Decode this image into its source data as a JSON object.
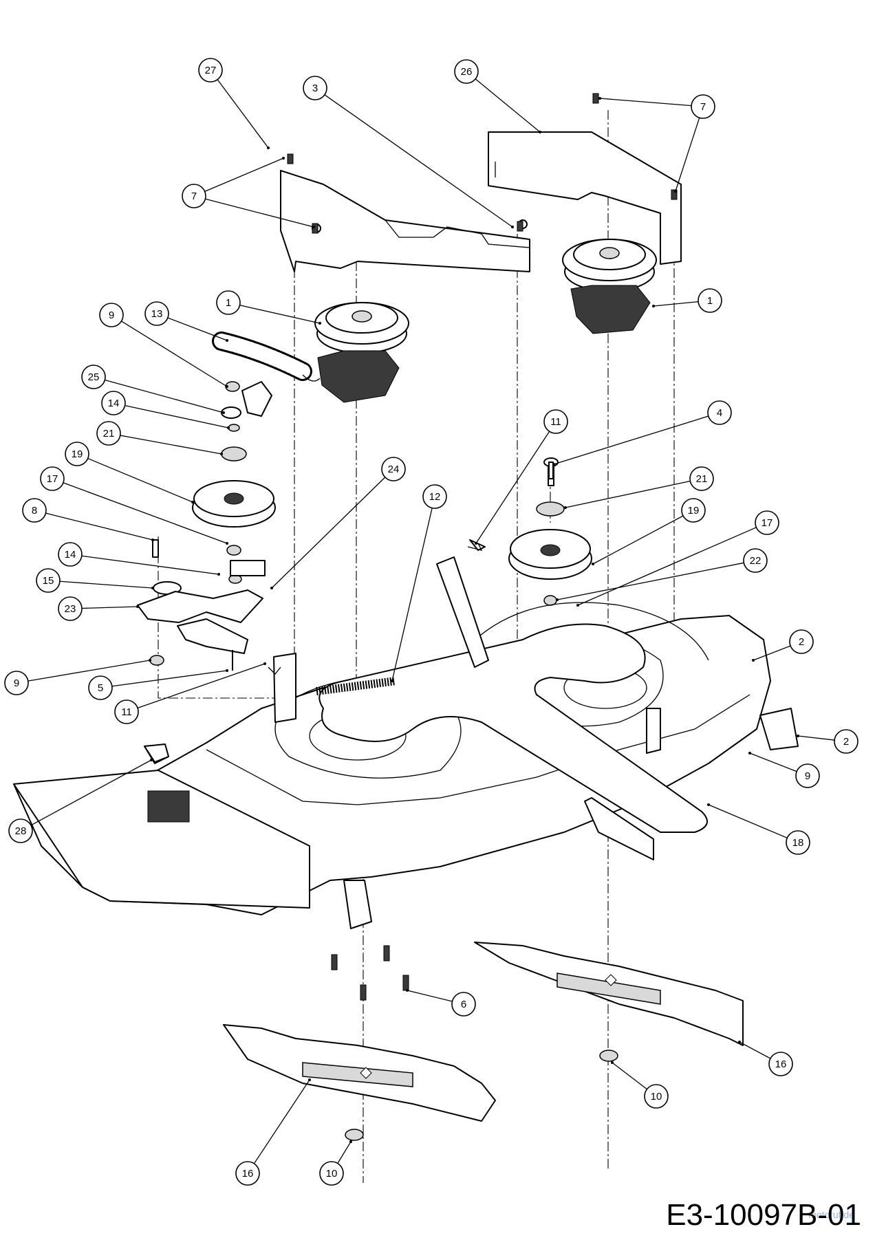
{
  "drawing_code": "E3-10097B-01",
  "watermark": "motoruf.de",
  "callouts": [
    {
      "label": "27"
    },
    {
      "label": "3"
    },
    {
      "label": "26"
    },
    {
      "label": "7"
    },
    {
      "label": "7"
    },
    {
      "label": "1"
    },
    {
      "label": "1"
    },
    {
      "label": "9"
    },
    {
      "label": "13"
    },
    {
      "label": "25"
    },
    {
      "label": "14"
    },
    {
      "label": "21"
    },
    {
      "label": "19"
    },
    {
      "label": "17"
    },
    {
      "label": "8"
    },
    {
      "label": "14"
    },
    {
      "label": "15"
    },
    {
      "label": "23"
    },
    {
      "label": "9"
    },
    {
      "label": "5"
    },
    {
      "label": "11"
    },
    {
      "label": "24"
    },
    {
      "label": "12"
    },
    {
      "label": "11"
    },
    {
      "label": "4"
    },
    {
      "label": "21"
    },
    {
      "label": "19"
    },
    {
      "label": "17"
    },
    {
      "label": "22"
    },
    {
      "label": "2"
    },
    {
      "label": "2"
    },
    {
      "label": "9"
    },
    {
      "label": "18"
    },
    {
      "label": "28"
    },
    {
      "label": "6"
    },
    {
      "label": "16"
    },
    {
      "label": "10"
    },
    {
      "label": "16"
    },
    {
      "label": "10"
    }
  ]
}
